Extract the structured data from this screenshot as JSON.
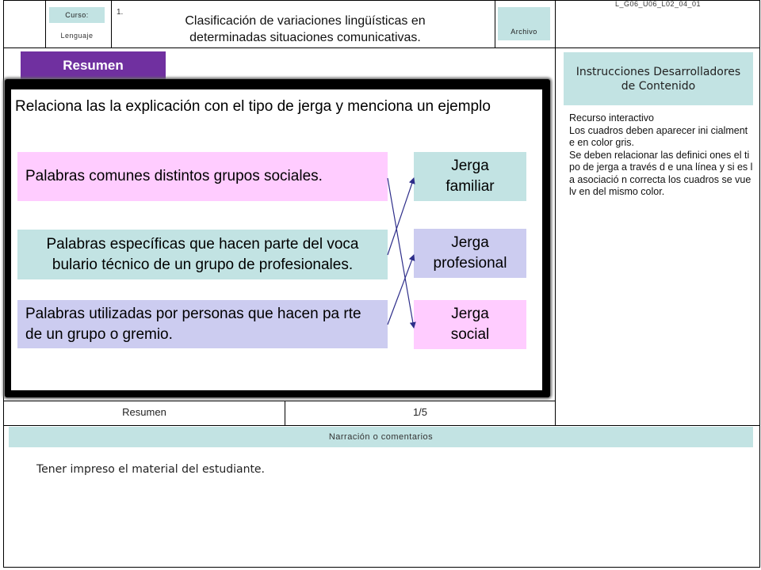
{
  "header": {
    "curso_label": "Curso:",
    "curso_value": "1.",
    "subject": "Lenguaje",
    "title": "Clasificación de variaciones lingüísticas en determinadas situaciones comunicativas.",
    "archivo_label": "Archivo",
    "code": "L_G06_U06_L02_04_01"
  },
  "slide": {
    "tab_label": "Resumen",
    "footer_left": "Resumen",
    "footer_right": "1/5"
  },
  "activity": {
    "instruction": "Relaciona las la explicación con el tipo de jerga y menciona un ejemplo",
    "definitions": [
      {
        "text": "Palabras comunes distintos grupos sociales.",
        "color": "#ffccff"
      },
      {
        "text": "Palabras específicas que hacen parte del voca bulario técnico de un grupo de profesionales.",
        "color": "#c2e3e3"
      },
      {
        "text": "Palabras utilizadas por personas que hacen pa rte de un grupo o gremio.",
        "color": "#ccccf0"
      }
    ],
    "jergas": [
      {
        "text": "Jerga familiar",
        "color": "#c2e3e3"
      },
      {
        "text": "Jerga profesional",
        "color": "#ccccf0"
      },
      {
        "text": "Jerga social",
        "color": "#ffccff"
      }
    ],
    "line_color": "#2e2e8a"
  },
  "instructions": {
    "title": "Instrucciones Desarrolladores de Contenido",
    "body": "Recurso interactivo\nLos cuadros deben aparecer ini cialmente en color gris.\nSe deben relacionar las definici ones  el tipo de jerga a través d e  una línea y si es la asociació n correcta los cuadros se vuelv en del mismo color."
  },
  "narration": {
    "label": "Narración o comentarios",
    "text": "Tener impreso el material del estudiante."
  }
}
